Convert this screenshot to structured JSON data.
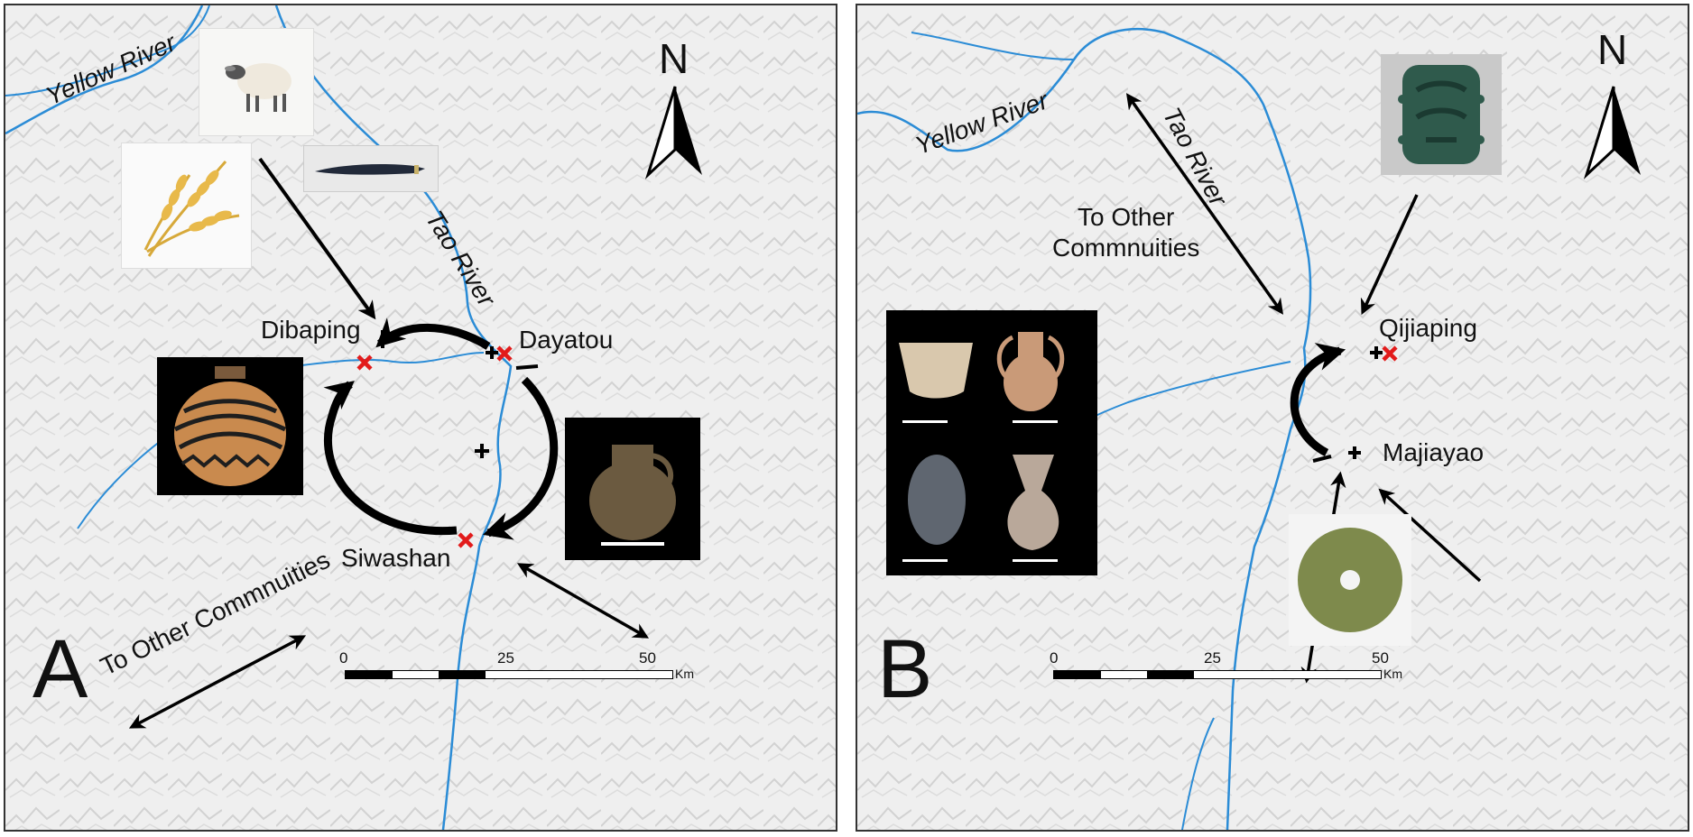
{
  "panels": {
    "a": {
      "letter": "A",
      "north": "N",
      "rivers": {
        "yellow": "Yellow River",
        "tao": "Tao River"
      },
      "sites": {
        "dibaping": "Dibaping",
        "dayatou": "Dayatou",
        "siwashan": "Siwashan"
      },
      "to_other": "To Other Commnuities",
      "scale": {
        "t0": "0",
        "t25": "25",
        "t50": "50",
        "unit": "Km"
      },
      "images": [
        "sheep",
        "wheat",
        "knife",
        "painted-pottery-jar",
        "pottery-jar"
      ]
    },
    "b": {
      "letter": "B",
      "north": "N",
      "rivers": {
        "yellow": "Yellow River",
        "tao": "Tao River"
      },
      "sites": {
        "qijiaping": "Qijiaping",
        "majiayao": "Majiayao"
      },
      "to_other_line1": "To Other",
      "to_other_line2": "Commnuities",
      "scale": {
        "t0": "0",
        "t25": "25",
        "t50": "50",
        "unit": "Km"
      },
      "images": [
        "bronze-plaque",
        "pottery-vessels-group",
        "jade-bi-disc"
      ]
    }
  },
  "colors": {
    "river": "#2b8cd6",
    "site_marker": "#e21b1b",
    "arrow": "#000000",
    "terrain": "#f1f1f1"
  }
}
